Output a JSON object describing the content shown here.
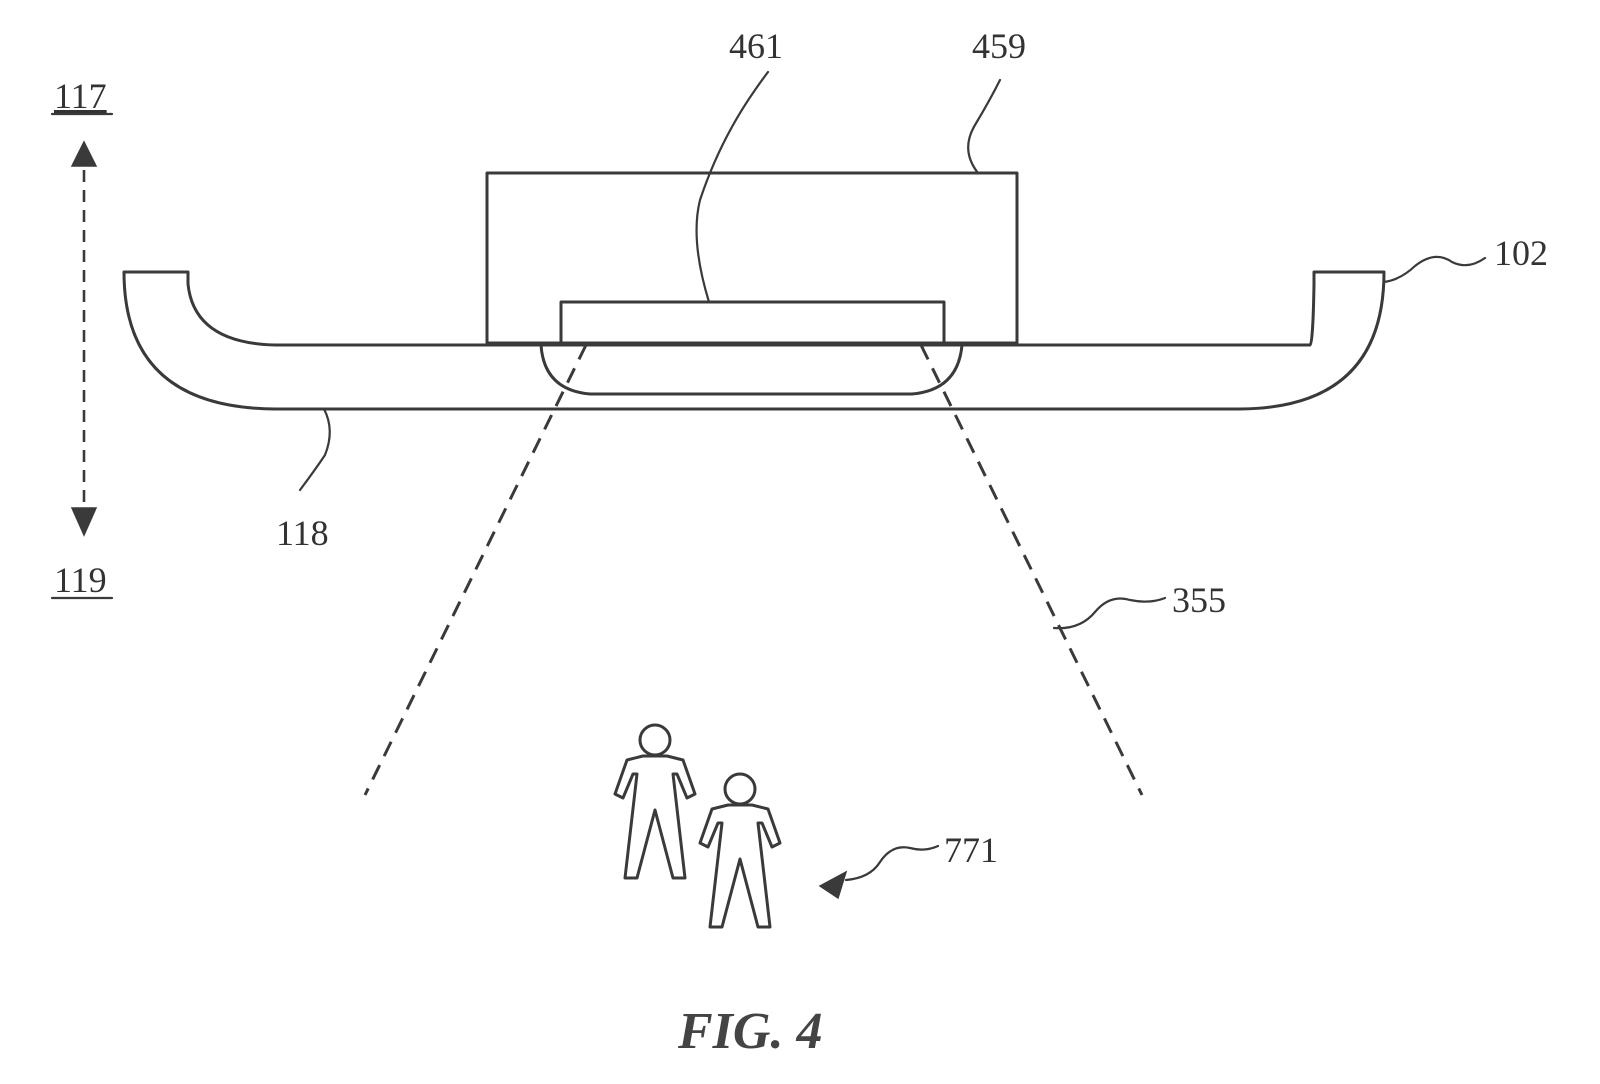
{
  "labels": {
    "ref_117": "117",
    "ref_119": "119",
    "ref_461": "461",
    "ref_459": "459",
    "ref_102": "102",
    "ref_118": "118",
    "ref_355": "355",
    "ref_771": "771"
  },
  "caption": "FIG. 4"
}
